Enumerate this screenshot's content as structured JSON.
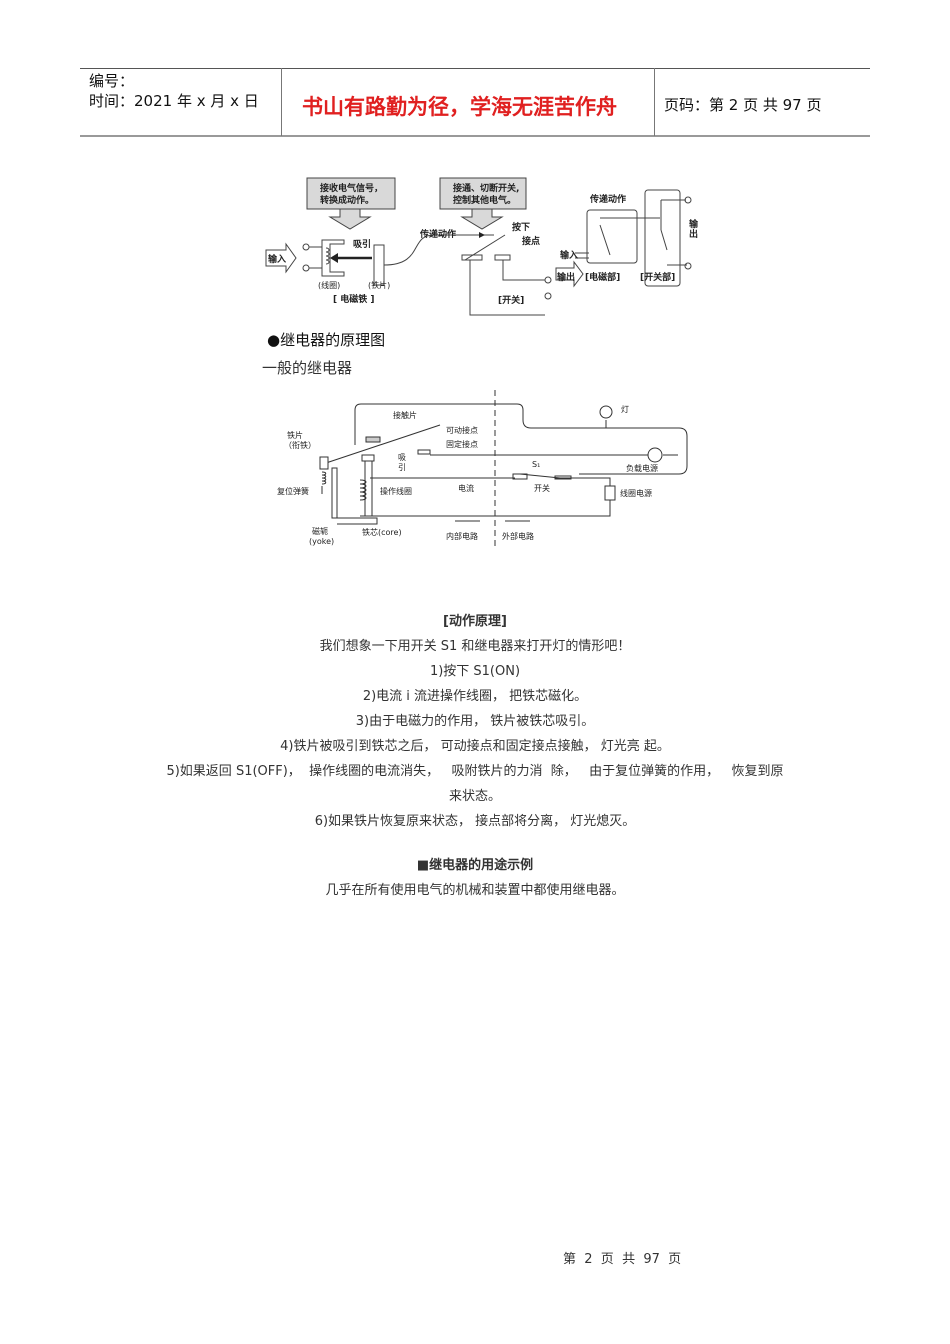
{
  "header": {
    "number_label": "编号：",
    "time_label": "时间：2021 年 x 月 x 日",
    "motto": "书山有路勤为径，学海无涯苦作舟",
    "page_label": "页码：第 2 页  共 97 页"
  },
  "diagram1": {
    "box1": "接收电气信号，",
    "box1b": "转换成动作。",
    "box2": "接通、切断开关,",
    "box2b": "控制其他电气。",
    "input": "输入",
    "attract": "吸引",
    "coil": "(线圈)",
    "iron": "(铁片)",
    "electromagnet": "[ 电磁铁 ]",
    "transmit": "传递动作",
    "press": "按下",
    "contact": "接点",
    "switch": "[开关]",
    "transmit2": "传递动作",
    "output_v": "输出",
    "input2": "输入",
    "output": "输出",
    "em_part": "[电磁部]",
    "sw_part": "[开关部]"
  },
  "section_title": "●继电器的原理图",
  "subtitle": "一般的继电器",
  "diagram2": {
    "contact_piece": "接触片",
    "movable": "可动接点",
    "fixed": "固定接点",
    "iron": "铁片",
    "armature": "（衔铁）",
    "attract1": "吸",
    "attract2": "引",
    "spring": "复位弹簧",
    "coil": "操作线圈",
    "current": "电流",
    "yoke": "磁轭",
    "yoke_en": "(yoke)",
    "core": "铁芯(core)",
    "inner": "内部电路",
    "outer": "外部电路",
    "lamp": "灯",
    "s1": "S₁",
    "load_power": "负载电源",
    "switch": "开关",
    "coil_power": "线圈电源"
  },
  "body": {
    "heading": "[动作原理]",
    "intro": "我们想象一下用开关 S1 和继电器来打开灯的情形吧！",
    "steps": [
      "1)按下 S1(ON)",
      "2)电流 i 流进操作线圈，  把铁芯磁化。",
      "3)由于电磁力的作用，  铁片被铁芯吸引。",
      "4)铁片被吸引到铁芯之后，  可动接点和固定接点接触，   灯光亮  起。",
      "5)如果返回 S1(OFF)，  操作线圈的电流消失，   吸附铁片的力消  除，   由于复位弹簧的作用，   恢复到原",
      "来状态。",
      "6)如果铁片恢复原来状态，   接点部将分离，   灯光熄灭。"
    ],
    "uses_heading": "■继电器的用途示例",
    "uses_text": "几乎在所有使用电气的机械和装置中都使用继电器。"
  },
  "footer": "第  2  页  共  97  页"
}
